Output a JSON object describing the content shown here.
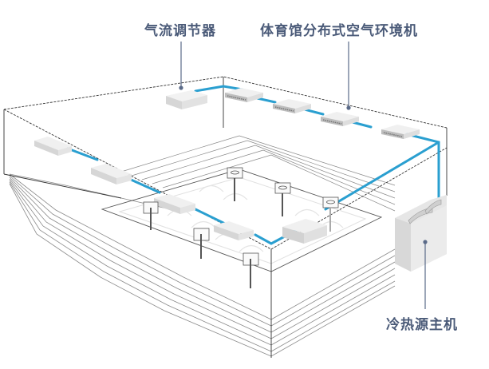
{
  "labels": {
    "airflow_regulator": "气流调节器",
    "distributed_air_units": "体育馆分布式空气环境机",
    "chiller_host": "冷热源主机"
  },
  "colors": {
    "pipe": "#2a9fd0",
    "label_text": "#4a5a78",
    "leader_line": "#5a6a88",
    "wire": "#444444",
    "stand_line": "#9a9a9a",
    "unit_top": "#f2f2f2",
    "unit_side": "#d6d6d6",
    "court_line": "#e2e2e2"
  },
  "icons": {
    "air_unit": "ceiling-air-unit-icon",
    "regulator": "airflow-regulator-box-icon",
    "chiller": "chiller-host-icon",
    "basketball_hoop": "basketball-hoop-icon"
  }
}
